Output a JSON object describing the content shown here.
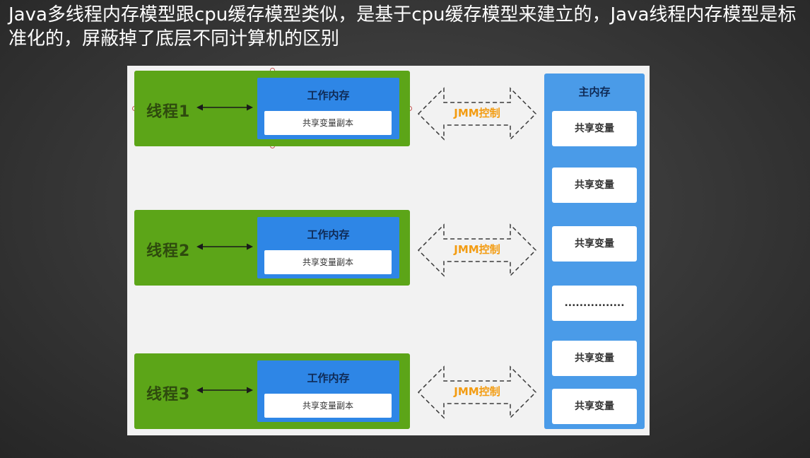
{
  "heading": "Java多线程内存模型跟cpu缓存模型类似，是基于cpu缓存模型来建立的，Java线程内存模型是标准化的，屏蔽掉了底层不同计算机的区别",
  "threads": [
    {
      "label": "线程1",
      "work_memory": "工作内存",
      "copy": "共享变量副本"
    },
    {
      "label": "线程2",
      "work_memory": "工作内存",
      "copy": "共享变量副本"
    },
    {
      "label": "线程3",
      "work_memory": "工作内存",
      "copy": "共享变量副本"
    }
  ],
  "jmm_label": "JMM控制",
  "main_memory": {
    "title": "主内存",
    "items": [
      "共享变量",
      "共享变量",
      "共享变量",
      "................",
      "共享变量",
      "共享变量"
    ]
  },
  "colors": {
    "thread_green": "#5ca518",
    "work_memory_blue": "#2e86e6",
    "main_memory_blue": "#4a9be8",
    "jmm_orange": "#f39c12"
  }
}
